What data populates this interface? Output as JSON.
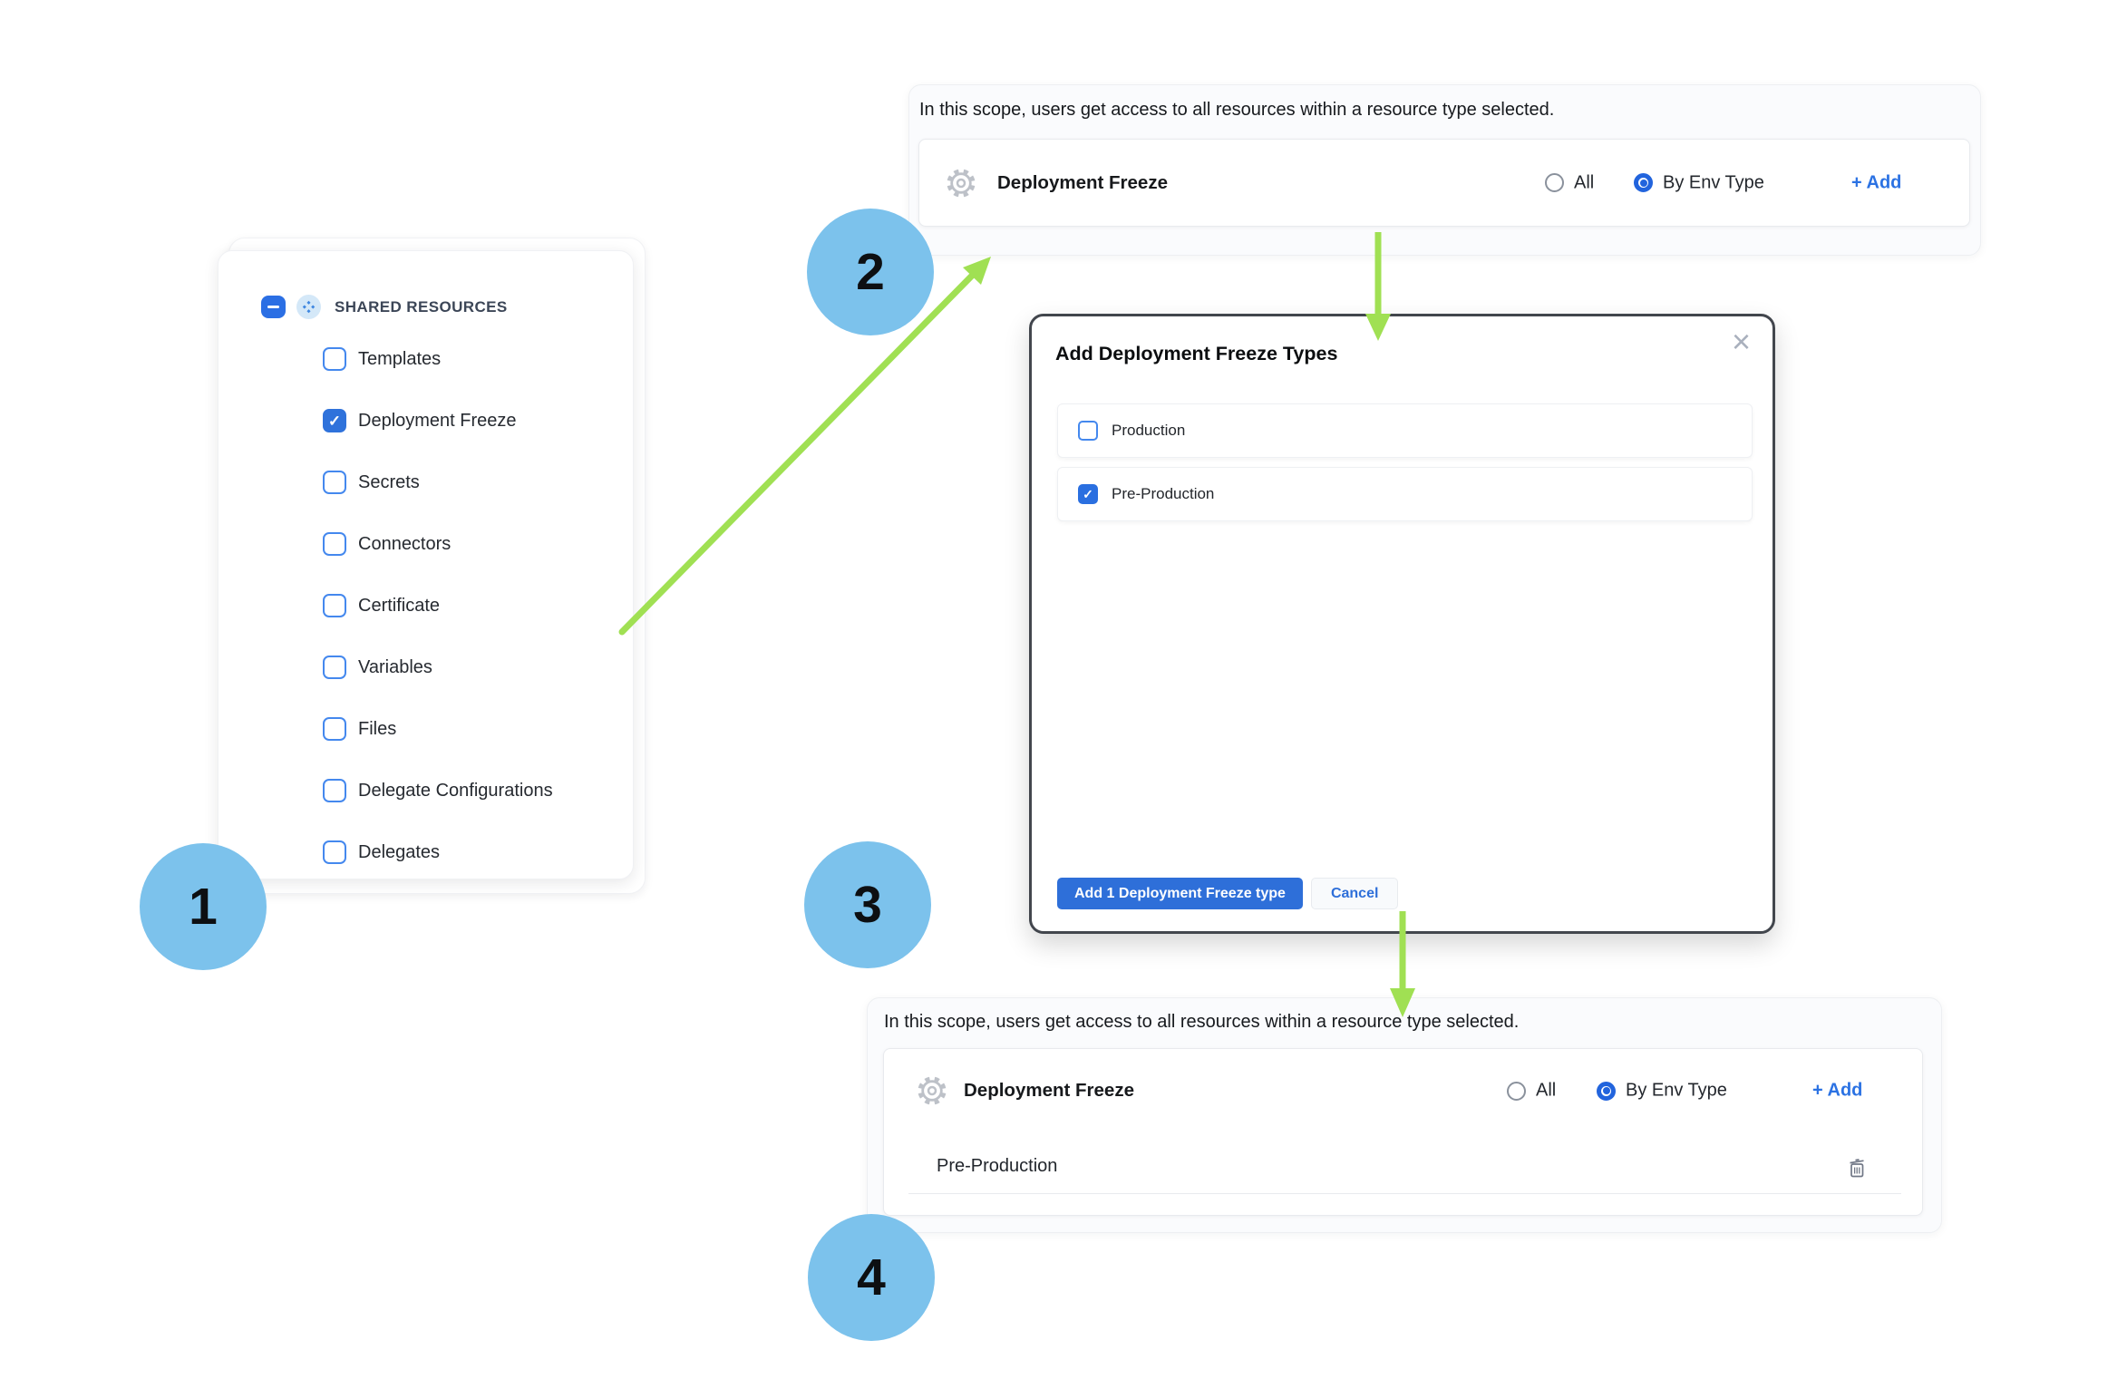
{
  "steps": [
    "1",
    "2",
    "3",
    "4"
  ],
  "shared_resources": {
    "collapse_icon_glyph": "−",
    "title": "SHARED RESOURCES",
    "items": [
      {
        "label": "Templates",
        "checked": false
      },
      {
        "label": "Deployment Freeze",
        "checked": true
      },
      {
        "label": "Secrets",
        "checked": false
      },
      {
        "label": "Connectors",
        "checked": false
      },
      {
        "label": "Certificate",
        "checked": false
      },
      {
        "label": "Variables",
        "checked": false
      },
      {
        "label": "Files",
        "checked": false
      },
      {
        "label": "Delegate Configurations",
        "checked": false
      },
      {
        "label": "Delegates",
        "checked": false
      }
    ]
  },
  "scope_top": {
    "description": "In this scope, users get access to all resources within a resource type selected.",
    "resource_name": "Deployment Freeze",
    "radio_all": "All",
    "radio_by_env_type": "By Env Type",
    "selected_option": "By Env Type",
    "add_link": "+ Add"
  },
  "modal": {
    "title": "Add Deployment Freeze Types",
    "close_glyph": "×",
    "options": [
      {
        "label": "Production",
        "checked": false
      },
      {
        "label": "Pre-Production",
        "checked": true
      }
    ],
    "submit_label": "Add 1 Deployment Freeze type",
    "cancel_label": "Cancel"
  },
  "scope_bottom": {
    "description": "In this scope, users get access to all resources within a resource type selected.",
    "resource_name": "Deployment Freeze",
    "radio_all": "All",
    "radio_by_env_type": "By Env Type",
    "selected_option": "By Env Type",
    "add_link": "+ Add",
    "entries": [
      {
        "label": "Pre-Production"
      }
    ]
  },
  "check_glyph": "✓",
  "colors": {
    "accent_blue": "#2f72db",
    "radio_blue": "#2264dd",
    "link_blue": "#2b72e3",
    "step_circle_blue": "#7cc2ec",
    "arrow_green": "#a0e053",
    "modal_border": "#42464d",
    "checkbox_border_blue": "#4488ee"
  }
}
